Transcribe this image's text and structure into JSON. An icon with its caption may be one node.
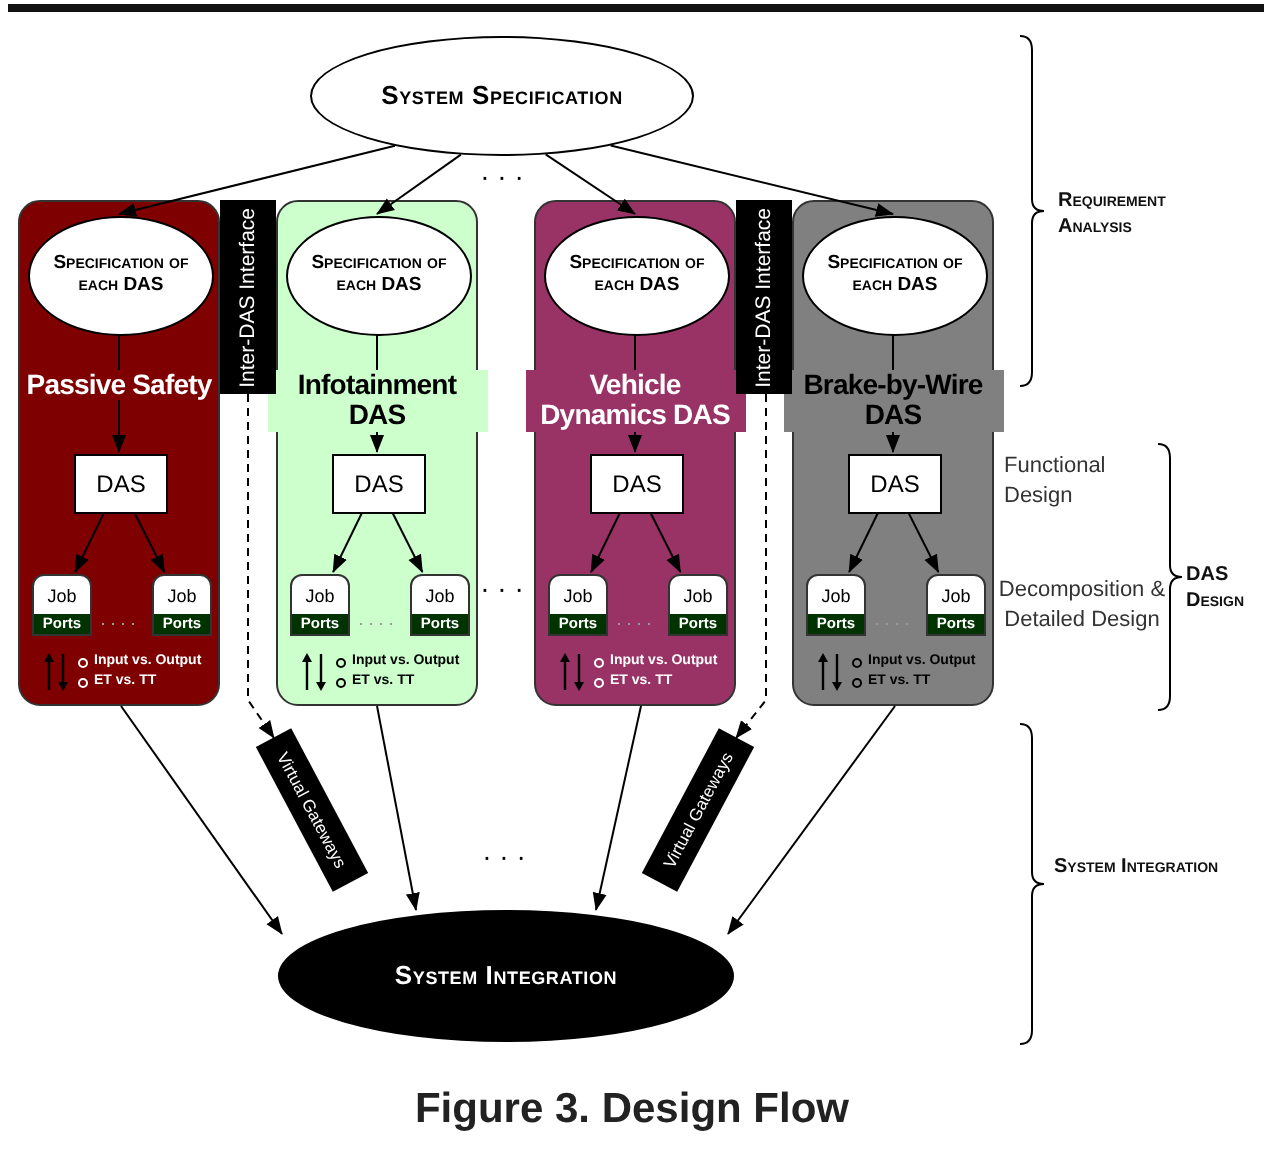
{
  "diagram": {
    "caption": "Figure 3. Design Flow",
    "nodes": [
      {
        "text": [
          "System Specification"
        ]
      },
      {
        "text": [
          "Passive Safety",
          "Input vs. Output",
          "ET vs. TT"
        ]
      },
      {
        "text": [
          "Specification of each DAS"
        ],
        "in": 1
      },
      {
        "text": [
          "DAS"
        ],
        "in": 1
      },
      {
        "text": [
          "Job",
          "Ports"
        ],
        "in": 1
      },
      {
        "text": [
          "Job",
          "Ports"
        ],
        "in": 1
      },
      {
        "text": [
          "Infotainment DAS",
          "Input vs. Output",
          "ET vs. TT"
        ]
      },
      {
        "text": [
          "Specification of each DAS"
        ],
        "in": 6
      },
      {
        "text": [
          "DAS"
        ],
        "in": 6
      },
      {
        "text": [
          "Job",
          "Ports"
        ],
        "in": 6
      },
      {
        "text": [
          "Job",
          "Ports"
        ],
        "in": 6
      },
      {
        "text": [
          "Vehicle Dynamics DAS",
          "Input vs. Output",
          "ET vs. TT"
        ]
      },
      {
        "text": [
          "Specification of each DAS"
        ],
        "in": 11
      },
      {
        "text": [
          "DAS"
        ],
        "in": 11
      },
      {
        "text": [
          "Job",
          "Ports"
        ],
        "in": 11
      },
      {
        "text": [
          "Job",
          "Ports"
        ],
        "in": 11
      },
      {
        "text": [
          "Brake-by-Wire DAS",
          "Input vs. Output",
          "ET vs. TT"
        ]
      },
      {
        "text": [
          "Specification of each DAS"
        ],
        "in": 16
      },
      {
        "text": [
          "DAS"
        ],
        "in": 16
      },
      {
        "text": [
          "Job",
          "Ports"
        ],
        "in": 16
      },
      {
        "text": [
          "Job",
          "Ports"
        ],
        "in": 16
      },
      {
        "text": [
          "Inter-DAS Interface"
        ]
      },
      {
        "text": [
          "Inter-DAS Interface"
        ]
      },
      {
        "text": [
          "Virtual Gateways"
        ]
      },
      {
        "text": [
          "Virtual Gateways"
        ]
      },
      {
        "text": [
          "System Integration"
        ]
      }
    ],
    "edges": [
      {
        "from": 0,
        "to": 2,
        "arrow": "to"
      },
      {
        "from": 0,
        "to": 7,
        "arrow": "to"
      },
      {
        "from": 0,
        "to": 12,
        "arrow": "to"
      },
      {
        "from": 0,
        "to": 17,
        "arrow": "to"
      },
      {
        "from": 2,
        "to": 3,
        "arrow": "to"
      },
      {
        "from": 3,
        "to": 4,
        "arrow": "to"
      },
      {
        "from": 3,
        "to": 5,
        "arrow": "to"
      },
      {
        "from": 7,
        "to": 8,
        "arrow": "to"
      },
      {
        "from": 8,
        "to": 9,
        "arrow": "to"
      },
      {
        "from": 8,
        "to": 10,
        "arrow": "to"
      },
      {
        "from": 12,
        "to": 13,
        "arrow": "to"
      },
      {
        "from": 13,
        "to": 14,
        "arrow": "to"
      },
      {
        "from": 13,
        "to": 15,
        "arrow": "to"
      },
      {
        "from": 17,
        "to": 18,
        "arrow": "to"
      },
      {
        "from": 18,
        "to": 19,
        "arrow": "to"
      },
      {
        "from": 18,
        "to": 20,
        "arrow": "to"
      },
      {
        "from": 1,
        "to": 25,
        "arrow": "to"
      },
      {
        "from": 6,
        "to": 25,
        "arrow": "to"
      },
      {
        "from": 11,
        "to": 25,
        "arrow": "to"
      },
      {
        "from": 16,
        "to": 25,
        "arrow": "to"
      },
      {
        "from": 21,
        "to": 23,
        "arrow": "to",
        "style": "dashed"
      },
      {
        "from": 22,
        "to": 24,
        "arrow": "to",
        "style": "dashed"
      }
    ],
    "labels": [
      "· · ·",
      "Requirement Analysis",
      "Functional Design",
      "· · ·",
      "DAS Design",
      "Decomposition & Detailed Design",
      "· · ·",
      "System Integration"
    ]
  }
}
